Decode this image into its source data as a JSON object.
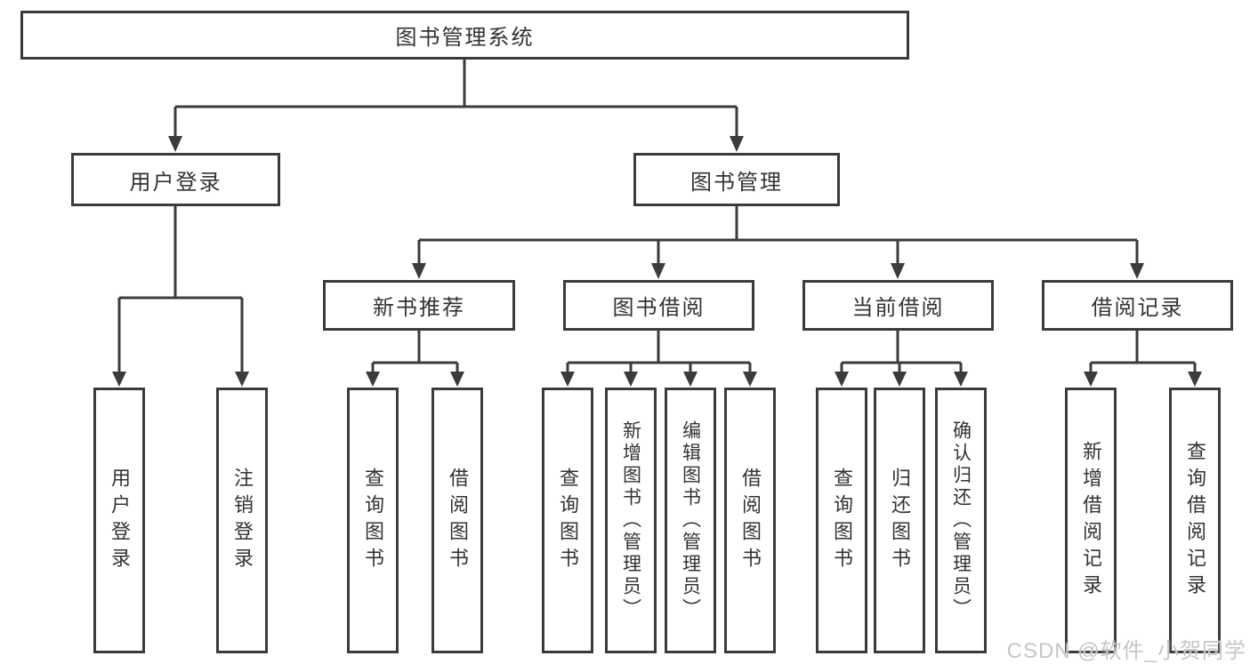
{
  "diagram": {
    "root": {
      "label": "图书管理系统"
    },
    "level2": [
      {
        "id": "user-login",
        "label": "用户登录"
      },
      {
        "id": "book-management",
        "label": "图书管理"
      }
    ],
    "level3": [
      {
        "id": "new-book-recommend",
        "label": "新书推荐"
      },
      {
        "id": "book-borrow",
        "label": "图书借阅"
      },
      {
        "id": "current-borrow",
        "label": "当前借阅"
      },
      {
        "id": "borrow-records",
        "label": "借阅记录"
      }
    ],
    "leaves": {
      "user_login": [
        {
          "label": "用户登录"
        },
        {
          "label": "注销登录"
        }
      ],
      "new_book": [
        {
          "label": "查询图书"
        },
        {
          "label": "借阅图书"
        }
      ],
      "book_borrow": [
        {
          "label": "查询图书"
        },
        {
          "label": "新增图书（管理员）"
        },
        {
          "label": "编辑图书（管理员）"
        },
        {
          "label": "借阅图书"
        }
      ],
      "current_borrow": [
        {
          "label": "查询图书"
        },
        {
          "label": "归还图书"
        },
        {
          "label": "确认归还（管理员）"
        }
      ],
      "borrow_records": [
        {
          "label": "新增借阅记录"
        },
        {
          "label": "查询借阅记录"
        }
      ]
    }
  },
  "watermark": {
    "text": "CSDN @软件_小贺同学"
  },
  "colors": {
    "line": "#3b3b3b",
    "text": "#333333",
    "watermark": "#c6c6c6",
    "background": "#ffffff"
  }
}
